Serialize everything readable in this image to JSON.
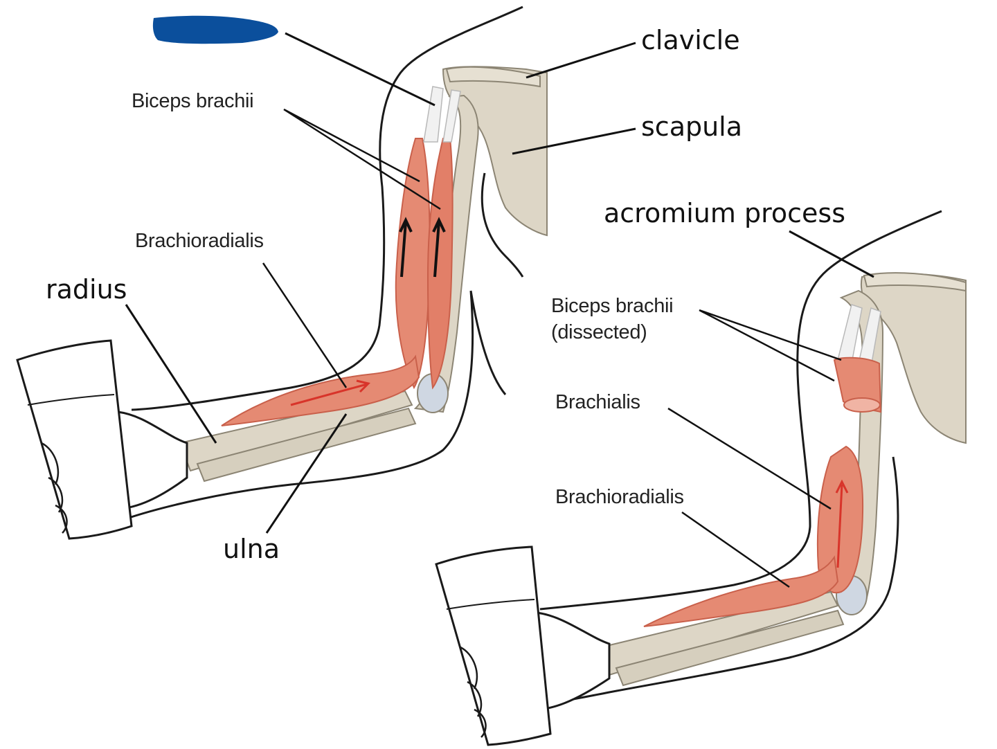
{
  "colors": {
    "muscle": "#e58a73",
    "muscle_dark": "#c9604b",
    "tendon": "#f1f1f1",
    "bone": "#ddd6c6",
    "bone_edge": "#8c8574",
    "outline": "#1a1a1a",
    "redaction": "#0b4f9c",
    "arrow_red": "#d8342a"
  },
  "labels": {
    "clavicle": "clavicle",
    "scapula": "scapula",
    "acromium_process": "acromium process",
    "radius": "radius",
    "ulna": "ulna",
    "left_biceps_brachii": "Biceps brachii",
    "left_brachioradialis": "Brachioradialis",
    "right_biceps_brachii_line1": "Biceps brachii",
    "right_biceps_brachii_line2": "(dissected)",
    "right_brachialis": "Brachialis",
    "right_brachioradialis": "Brachioradialis"
  }
}
